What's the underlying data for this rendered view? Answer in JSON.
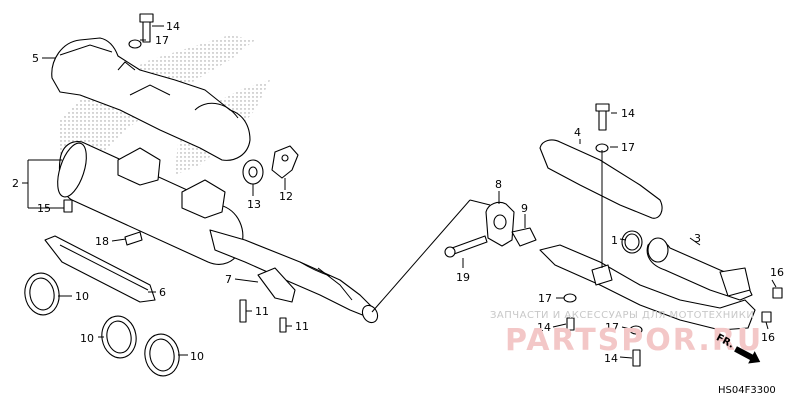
{
  "diagram": {
    "callouts": {
      "c14_top": "14",
      "c17_top": "17",
      "c5": "5",
      "c2": "2",
      "c15": "15",
      "c18": "18",
      "c13": "13",
      "c12": "12",
      "c7": "7",
      "c6": "6",
      "c10_a": "10",
      "c10_b": "10",
      "c10_c": "10",
      "c11_a": "11",
      "c11_b": "11",
      "c8": "8",
      "c9": "9",
      "c19": "19",
      "c14_r": "14",
      "c4": "4",
      "c17_r": "17",
      "c1": "1",
      "c3": "3",
      "c16_a": "16",
      "c16_b": "16",
      "c17_b": "17",
      "c14_b1": "14",
      "c17_b2": "17",
      "c14_b2": "14"
    },
    "direction_label": "FR.",
    "diagram_code": "HS04F3300"
  },
  "watermark": {
    "caption": "ЗАПЧАСТИ И АКСЕССУАРЫ ДЛЯ МОТОТЕХНИКИ",
    "logo_text": "PARTSPOR.RU"
  }
}
